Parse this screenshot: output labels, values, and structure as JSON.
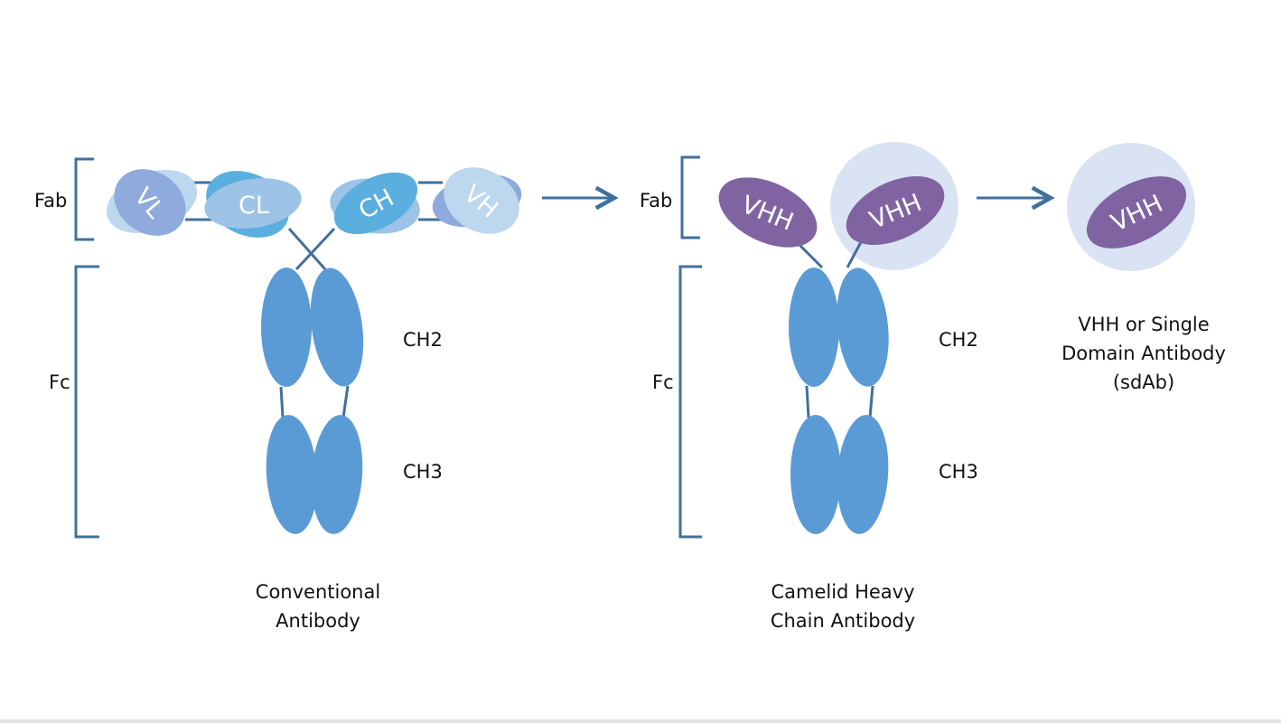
{
  "colors": {
    "bracket": "#41719c",
    "linker": "#41719c",
    "fc_domain": "#5b9bd5",
    "vl": "#8faadc",
    "vl_light": "#bdd7ee",
    "cl": "#9dc3e6",
    "ch": "#5aafdf",
    "vh": "#bdd7ee",
    "vh_dark": "#8faadc",
    "vhh": "#8064a2",
    "halo": "#dae3f3",
    "arrow": "#41719c"
  },
  "conventional": {
    "fab_label": "Fab",
    "fc_label": "Fc",
    "domains": {
      "vl": "VL",
      "cl": "CL",
      "ch": "CH",
      "vh": "VH"
    },
    "ch2_label": "CH2",
    "ch3_label": "CH3",
    "caption": [
      "Conventional",
      "Antibody"
    ]
  },
  "camelid": {
    "fab_label": "Fab",
    "fc_label": "Fc",
    "domains": {
      "vhh_left": "VHH",
      "vhh_right": "VHH"
    },
    "ch2_label": "CH2",
    "ch3_label": "CH3",
    "caption": [
      "Camelid Heavy",
      "Chain Antibody"
    ]
  },
  "sdab": {
    "domain": "VHH",
    "caption": [
      "VHH or Single",
      "Domain Antibody",
      "(sdAb)"
    ]
  }
}
